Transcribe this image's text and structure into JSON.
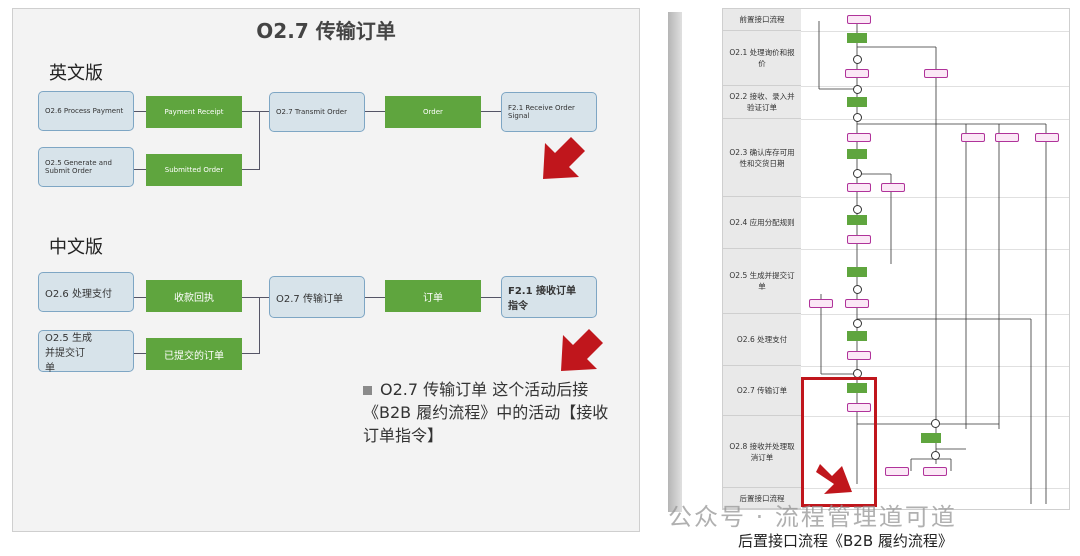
{
  "left_slide": {
    "title": "O2.7 传输订单",
    "english_section": {
      "label": "英文版",
      "boxes": {
        "o26": "O2.6 Process Payment",
        "o25": "O2.5 Generate and Submit Order",
        "payment_receipt": "Payment Receipt",
        "submitted_order": "Submitted Order",
        "o27": "O2.7 Transmit Order",
        "order": "Order",
        "f21": "F2.1 Receive Order Signal"
      }
    },
    "chinese_section": {
      "label": "中文版",
      "boxes": {
        "o26": "O2.6 处理支付",
        "o25": "O2.5 生成并提交订单",
        "payment_receipt": "收款回执",
        "submitted_order": "已提交的订单",
        "o27": "O2.7 传输订单",
        "order": "订单",
        "f21": "F2.1 接收订单指令"
      }
    },
    "note": "O2.7 传输订单 这个活动后接《B2B 履约流程》中的活动【接收订单指令】"
  },
  "right_flow": {
    "lanes": [
      "前置接口流程",
      "O2.1 处理询价和报价",
      "O2.2 接收、录入并验证订单",
      "O2.3 确认库存可用性和交货日期",
      "O2.4 应用分配规则",
      "O2.5 生成并提交订单",
      "O2.6 处理支付",
      "O2.7 传输订单",
      "O2.8 接收并处理取消订单",
      "后置接口流程"
    ],
    "caption": "后置接口流程《B2B 履约流程》",
    "watermark": "公众号 · 流程管理道可道"
  },
  "colors": {
    "green_box": "#5fa53e",
    "blue_box": "#d7e3ea",
    "red_arrow": "#c0161c",
    "event_border": "#b0339a"
  }
}
